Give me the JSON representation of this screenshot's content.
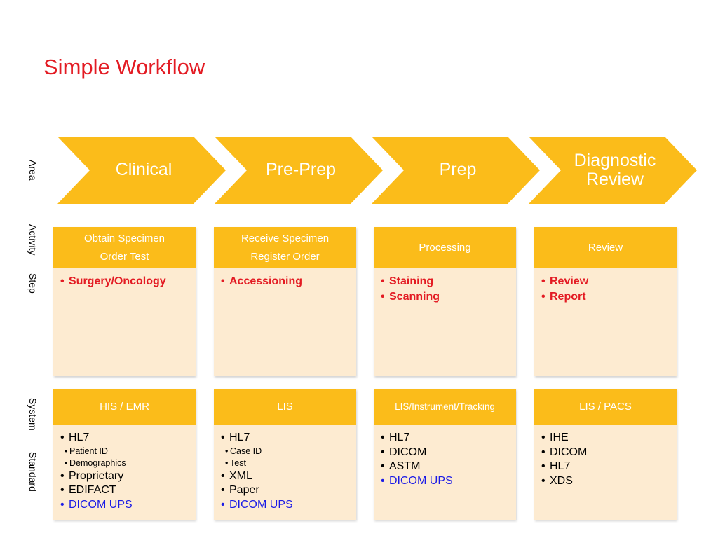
{
  "title": "Simple Workflow",
  "labels": {
    "area": "Area",
    "activity": "Activity",
    "step": "Step",
    "system": "System",
    "standard": "Standard"
  },
  "areas": [
    "Clinical",
    "Pre-Prep",
    "Prep",
    "Diagnostic Review"
  ],
  "activities": [
    {
      "lines": [
        "Obtain Specimen",
        "Order Test"
      ],
      "steps": [
        "Surgery/Oncology"
      ]
    },
    {
      "lines": [
        "Receive Specimen",
        "Register Order"
      ],
      "steps": [
        "Accessioning"
      ]
    },
    {
      "lines": [
        "Processing"
      ],
      "steps": [
        "Staining",
        "Scanning"
      ]
    },
    {
      "lines": [
        "Review"
      ],
      "steps": [
        "Review",
        "Report"
      ]
    }
  ],
  "systems": [
    {
      "name": "HIS / EMR",
      "standards": [
        {
          "text": "HL7",
          "level": 0
        },
        {
          "text": "Patient ID",
          "level": 1
        },
        {
          "text": "Demographics",
          "level": 1
        },
        {
          "text": "Proprietary",
          "level": 0
        },
        {
          "text": "EDIFACT",
          "level": 0
        },
        {
          "text": "DICOM UPS",
          "level": 0,
          "color": "blue"
        }
      ]
    },
    {
      "name": "LIS",
      "standards": [
        {
          "text": "HL7",
          "level": 0
        },
        {
          "text": "Case ID",
          "level": 1
        },
        {
          "text": "Test",
          "level": 1
        },
        {
          "text": "XML",
          "level": 0
        },
        {
          "text": "Paper",
          "level": 0
        },
        {
          "text": "DICOM UPS",
          "level": 0,
          "color": "blue"
        }
      ]
    },
    {
      "name": "LIS/Instrument/Tracking",
      "standards": [
        {
          "text": "HL7",
          "level": 0
        },
        {
          "text": "DICOM",
          "level": 0
        },
        {
          "text": "ASTM",
          "level": 0
        },
        {
          "text": "DICOM UPS",
          "level": 0,
          "color": "blue"
        }
      ]
    },
    {
      "name": "LIS / PACS",
      "standards": [
        {
          "text": "IHE",
          "level": 0
        },
        {
          "text": "DICOM",
          "level": 0
        },
        {
          "text": "HL7",
          "level": 0
        },
        {
          "text": "XDS",
          "level": 0
        }
      ]
    }
  ],
  "colors": {
    "accent": "#fbbc1a",
    "card_body": "#fdebd1",
    "title": "#e31b23",
    "step_text": "#e31b23",
    "ups_text": "#1b1be6"
  }
}
